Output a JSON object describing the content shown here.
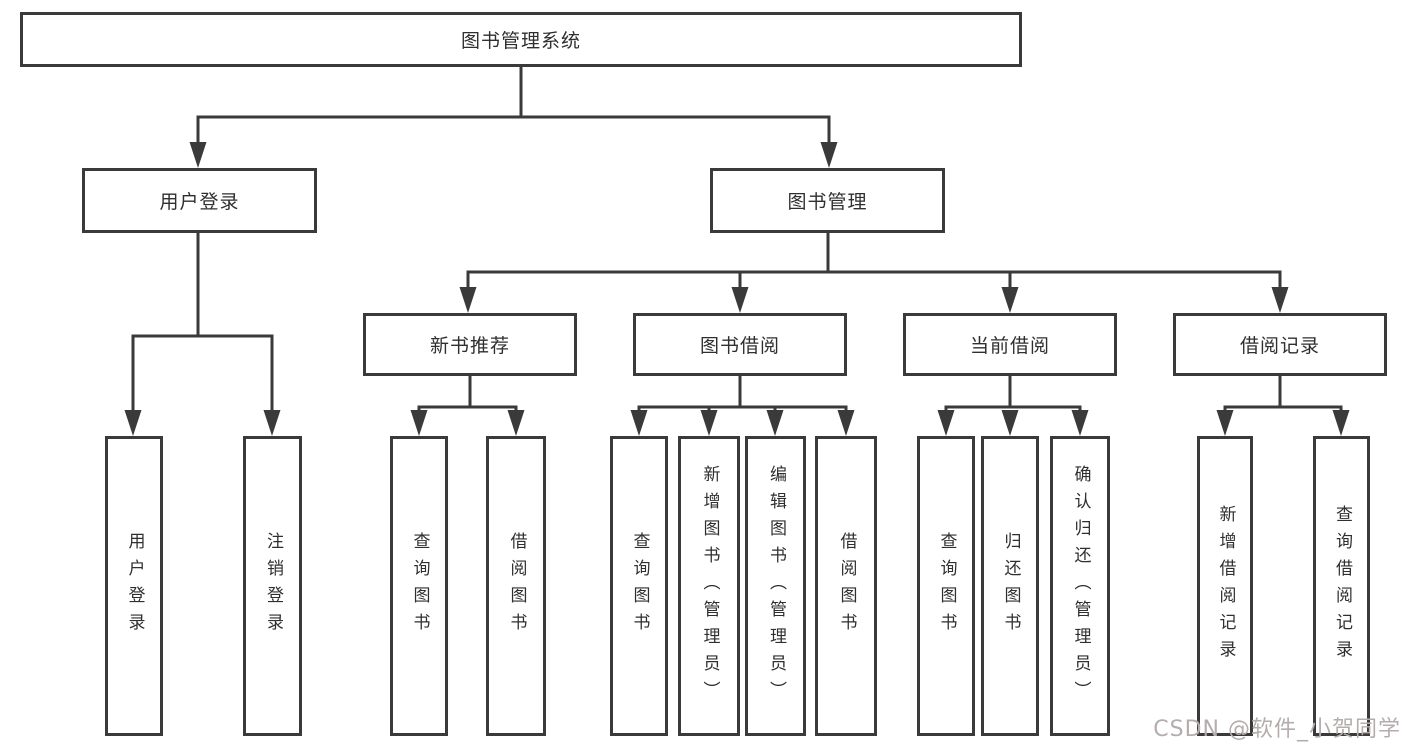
{
  "tree": {
    "root": {
      "label": "图书管理系统"
    },
    "branches": [
      {
        "label": "用户登录",
        "children": [
          {
            "label": "用户登录"
          },
          {
            "label": "注销登录"
          }
        ]
      },
      {
        "label": "图书管理",
        "groups": [
          {
            "label": "新书推荐",
            "children": [
              {
                "label": "查询图书"
              },
              {
                "label": "借阅图书"
              }
            ]
          },
          {
            "label": "图书借阅",
            "children": [
              {
                "label": "查询图书"
              },
              {
                "label": "新增图书（管理员）"
              },
              {
                "label": "编辑图书（管理员）"
              },
              {
                "label": "借阅图书"
              }
            ]
          },
          {
            "label": "当前借阅",
            "children": [
              {
                "label": "查询图书"
              },
              {
                "label": "归还图书"
              },
              {
                "label": "确认归还（管理员）"
              }
            ]
          },
          {
            "label": "借阅记录",
            "children": [
              {
                "label": "新增借阅记录"
              },
              {
                "label": "查询借阅记录"
              }
            ]
          }
        ]
      }
    ]
  },
  "watermark": "CSDN @软件_小贺同学",
  "colors": {
    "line": "#3a3a3a",
    "text": "#2f2f2f",
    "background": "#ffffff",
    "watermark": "#b5adad"
  }
}
